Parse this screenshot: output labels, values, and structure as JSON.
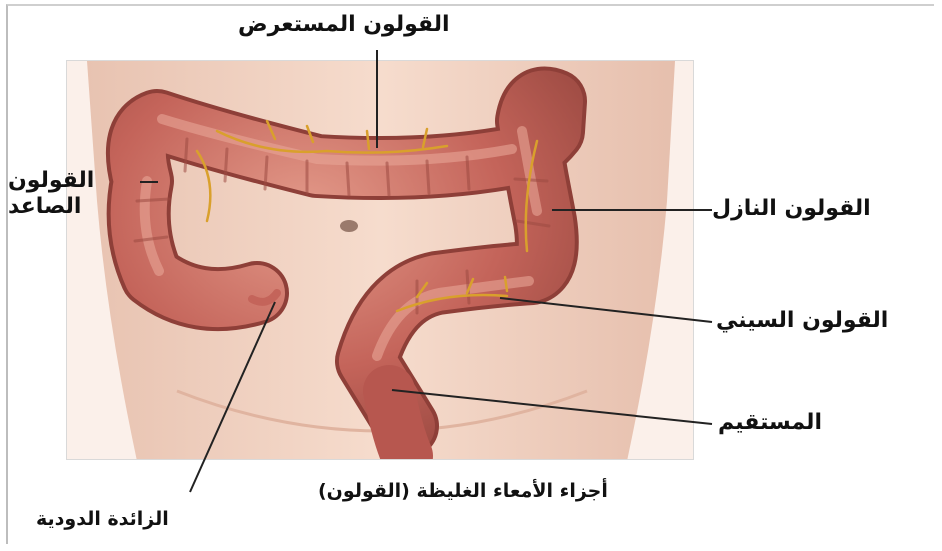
{
  "labels": {
    "transverse_colon": "القولون المستعرض",
    "ascending_colon_line1": "القولون",
    "ascending_colon_line2": "الصاعد",
    "descending_colon": "القولون النازل",
    "sigmoid_colon": "القولون السيني",
    "rectum": "المستقيم",
    "appendix": "الزائدة الدودية"
  },
  "caption": "أجزاء الأمعاء الغليظة (القولون)",
  "colors": {
    "skin": "#f1d2c2",
    "colon": "#c4645a",
    "colon_highlight": "#dc8a7c",
    "vessels": "#d9a02c",
    "leader_lines": "#222222"
  }
}
